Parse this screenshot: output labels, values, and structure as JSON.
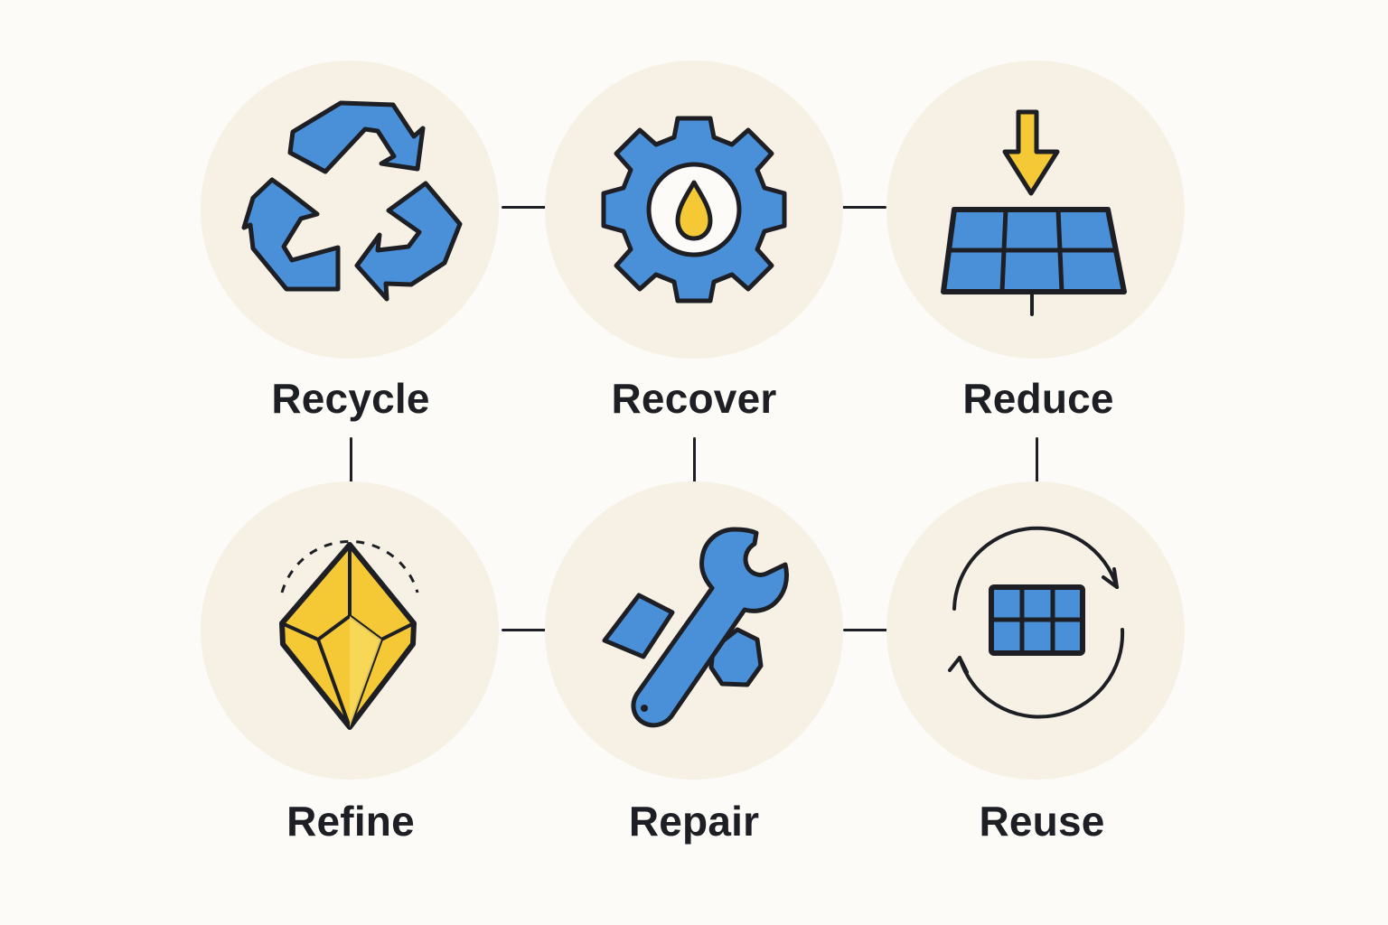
{
  "diagram": {
    "colors": {
      "background": "#fcfbf7",
      "circle": "#f6f1e4",
      "blue": "#4a90d9",
      "yellow": "#f5c935",
      "outline": "#1d1f24"
    },
    "nodes": [
      {
        "label": "Recycle",
        "icon": "recycle-icon"
      },
      {
        "label": "Recover",
        "icon": "gear-drop-icon"
      },
      {
        "label": "Reduce",
        "icon": "solar-panel-arrow-icon"
      },
      {
        "label": "Refine",
        "icon": "diamond-gem-icon"
      },
      {
        "label": "Repair",
        "icon": "wrench-repair-icon"
      },
      {
        "label": "Reuse",
        "icon": "panel-cycle-icon"
      }
    ]
  }
}
